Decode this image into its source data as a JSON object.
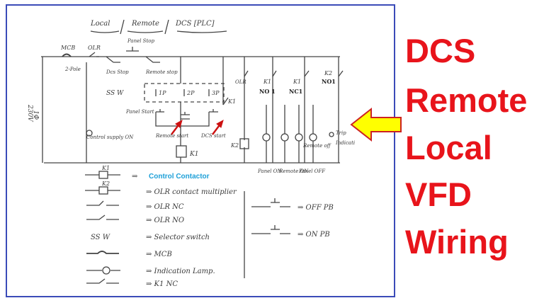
{
  "header": {
    "local": "Local",
    "remote": "Remote",
    "dcs": "DCS [PLC]"
  },
  "circuit": {
    "mcb": "MCB",
    "mcb_sub": "2-Pole",
    "olr": "OLR",
    "panel_stop": "Panel Stop",
    "dcs_stop": "Dcs Stop",
    "remote_stop": "Remote stop",
    "voltage": "230V",
    "phase": "1Φ",
    "ssw": "SS W",
    "pos_1p": "1P",
    "pos_2p": "2P",
    "pos_3p": "3P",
    "k1_aux": "K1",
    "panel_start": "Panel Start",
    "remote_start": "Remote start",
    "dcs_start": "DCS start",
    "k1_coil": "K1",
    "control_supply": "Control supply ON",
    "olr_col": "OLR",
    "k1_no1": "K1",
    "no1": "NO 1",
    "k1_nc1": "K1",
    "nc1": "NC1",
    "k2_no1": "K2",
    "no1_b": "NO1",
    "k2_coil": "K2",
    "remote_off": "Remote off",
    "trip": "Trip",
    "indication": "Indicati"
  },
  "lamps": {
    "panel_on": "Panel ON",
    "remote_on": "Remote ON",
    "panel_off": "Panel OFF"
  },
  "legend": {
    "k1": "K1",
    "k2": "K2",
    "control_contactor": "Control Contactor",
    "olr_multiplier": "⇒ OLR contact multiplier",
    "olr_nc": "⇒ OLR NC",
    "olr_no": "⇒ OLR NO",
    "ssw": "SS W",
    "selector": "⇒ Selector switch",
    "mcb": "⇒ MCB",
    "lamp": "⇒ Indication Lamp.",
    "k1nc": "⇒ K1 NC",
    "off_pb": "⇒ OFF PB",
    "on_pb": "⇒ ON PB"
  },
  "title": {
    "line1": "DCS",
    "line2": "Remote",
    "line3": "Local",
    "line4": "VFD",
    "line5": "Wiring"
  },
  "colors": {
    "title": "#e8141b",
    "frame": "#3b4bb8",
    "arrow_fill": "#ffff00",
    "arrow_stroke": "#cc2222",
    "control_contactor": "#1ea0d8"
  }
}
